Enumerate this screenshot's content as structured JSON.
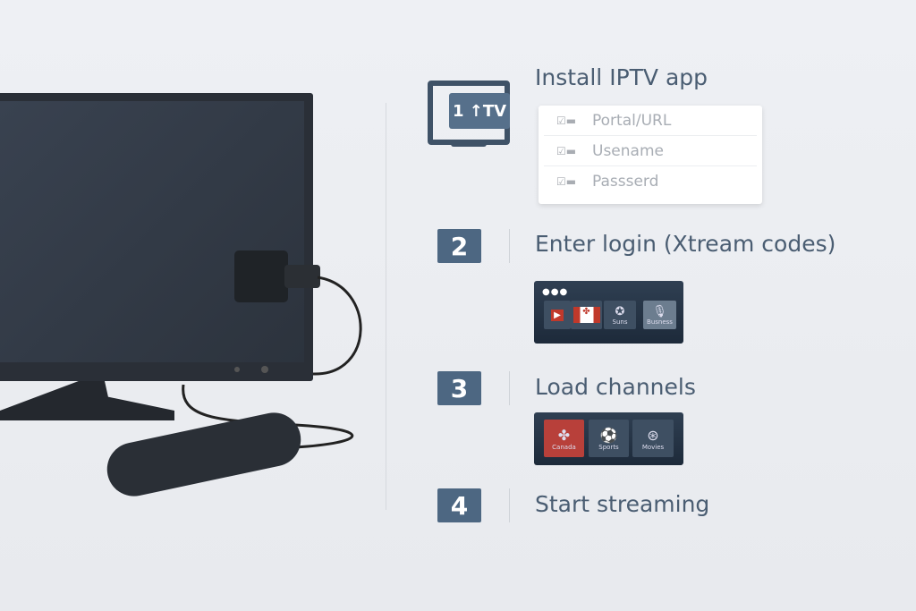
{
  "steps": [
    {
      "number": "1",
      "title": "Install IPTV app",
      "icon_text": "1 ↑TV"
    },
    {
      "number": "2",
      "title": "Enter login (Xtream codes)"
    },
    {
      "number": "3",
      "title": "Load channels"
    },
    {
      "number": "4",
      "title": "Start streaming"
    }
  ],
  "login_form": {
    "fields": [
      "Portal/URL",
      "Usename",
      "Passserd"
    ]
  },
  "app_panel": {
    "tiles": [
      "",
      "",
      "Suns",
      "Busness"
    ]
  },
  "channels_panel": {
    "tiles": [
      "Canada",
      "Sports",
      "Movies"
    ]
  },
  "colors": {
    "accent": "#4d6782",
    "text": "#4a5d72",
    "canada_red": "#c0392b"
  }
}
